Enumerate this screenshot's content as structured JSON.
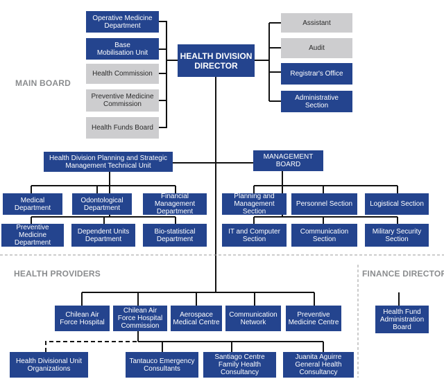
{
  "sections": {
    "main_board": "MAIN BOARD",
    "health_providers": "HEALTH PROVIDERS",
    "finance_director": "FINANCE DIRECTOR"
  },
  "director": "HEALTH DIVISION\nDIRECTOR",
  "left_units": [
    "Operative Medicine\nDepartment",
    "Base\nMobilisation Unit",
    "Health Commission",
    "Preventive Medicine\nCommission",
    "Health Funds Board"
  ],
  "right_units": [
    "Assistant",
    "Audit",
    "Registrar's Office",
    "Administrative\nSection"
  ],
  "planning_unit": "Health Division Planning and Strategic\nManagement Technical Unit",
  "planning_departments": [
    "Medical\nDepartment",
    "Odontological\nDepartment",
    "Financial\nManagement\nDepartment",
    "Preventive Medicine\nDepartment",
    "Dependent Units\nDepartment",
    "Bio-statistical\nDepartment"
  ],
  "management_board": "MANAGEMENT\nBOARD",
  "management_sections": [
    "Planning and\nManagement Section",
    "Personnel Section",
    "Logistical Section",
    "IT and Computer\nSection",
    "Communication\nSection",
    "Military Security\nSection"
  ],
  "providers": [
    "Chilean Air\nForce Hospital",
    "Chilean Air\nForce Hospital\nCommission",
    "Aerospace\nMedical Centre",
    "Communication\nNetwork",
    "Preventive\nMedicine Centre"
  ],
  "sub_providers": [
    "Health Divisional Unit\nOrganizations",
    "Tantauco Emergency\nConsultants",
    "Santiago Centre\nFamily Health\nConsultancy",
    "Juanita Aguirre\nGeneral Health\nConsultancy"
  ],
  "finance_board": "Health Fund\nAdministration\nBoard",
  "colors": {
    "dark_box": "#24448e",
    "grey_box": "#cdcdcf",
    "line": "#111111",
    "label": "#8a8c8e"
  }
}
